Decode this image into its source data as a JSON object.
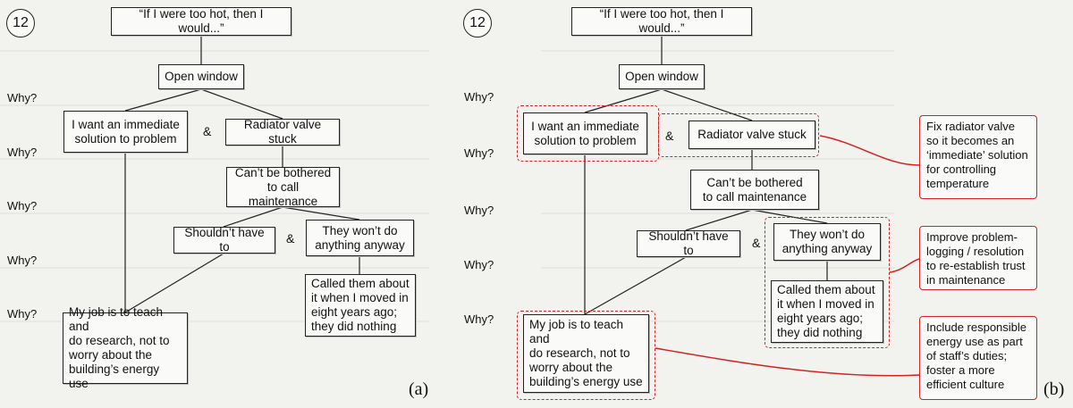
{
  "figure_number": "12",
  "why_label": "Why?",
  "ampersand": "&",
  "panels": {
    "a": {
      "label": "(a)"
    },
    "b": {
      "label": "(b)"
    }
  },
  "nodes": {
    "root": "“If I were too hot, then I would...”",
    "open_window": "Open window",
    "immediate": "I want an immediate\nsolution to problem",
    "radiator": "Radiator valve stuck",
    "cant_bother": "Can’t be bothered\nto call maintenance",
    "shouldnt": "Shouldn’t have to",
    "wont_do": "They won’t do\nanything anyway",
    "called_them": "Called them about\nit when I moved in\neight years ago;\nthey did nothing",
    "my_job": "My job is to teach and\ndo research, not to\nworry about the\nbuilding’s energy use"
  },
  "notes": {
    "fix_radiator": "Fix radiator valve\nso it becomes an\n‘immediate’ solution\nfor controlling\ntemperature",
    "improve_logging": "Improve problem-\nlogging / resolution\nto re-establish trust\nin maintenance",
    "include_energy": "Include responsible\nenergy use as part\nof staff’s duties;\nfoster a more\nefficient culture"
  },
  "colors": {
    "annotation": "#d32222",
    "line": "#222222",
    "background": "#f2f2ef"
  }
}
